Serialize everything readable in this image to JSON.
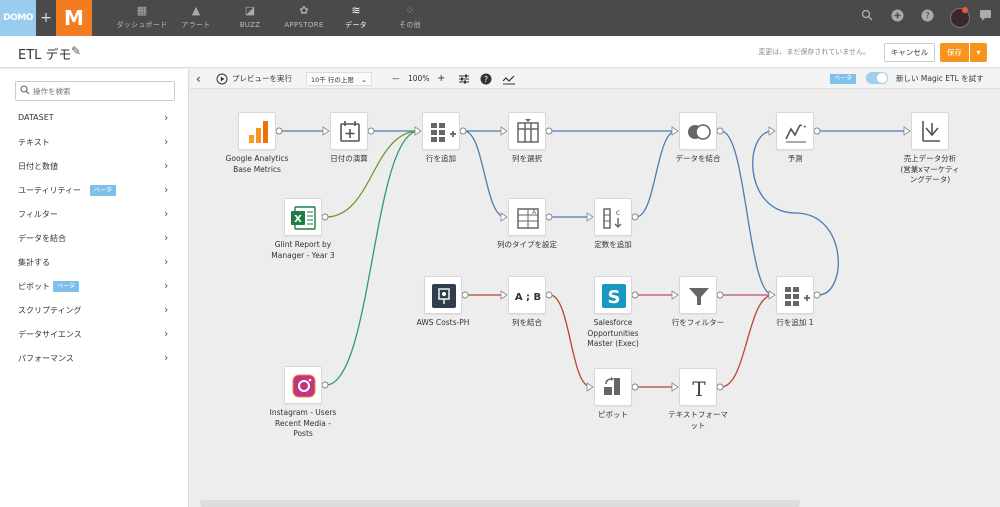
{
  "brand": {
    "domo": "DOMO",
    "plus": "+",
    "m": "M",
    "domo_color": "#99ccee",
    "m_color": "#f47b20"
  },
  "nav": [
    {
      "id": "dashboard",
      "label": "ダッシュボード",
      "icon": "dashboard-icon"
    },
    {
      "id": "alerts",
      "label": "アラート",
      "icon": "bell-icon"
    },
    {
      "id": "buzz",
      "label": "BUZZ",
      "icon": "chat-icon"
    },
    {
      "id": "appstore",
      "label": "APPSTORE",
      "icon": "appstore-icon"
    },
    {
      "id": "data",
      "label": "データ",
      "icon": "database-icon",
      "active": true
    },
    {
      "id": "more",
      "label": "その他",
      "icon": "grid-icon"
    }
  ],
  "title": {
    "text": "ETL デモ",
    "status": "変更は、まだ保存されていません。",
    "cancel": "キャンセル",
    "save": "保存",
    "save_menu": "▾",
    "edit_icon": "✎"
  },
  "sidebar": {
    "search_placeholder": "操作を検索",
    "items": [
      {
        "label": "DATASET",
        "beta": ""
      },
      {
        "label": "テキスト",
        "beta": ""
      },
      {
        "label": "日付と数値",
        "beta": ""
      },
      {
        "label": "ユーティリティー",
        "beta": "ベータ"
      },
      {
        "label": "フィルター",
        "beta": ""
      },
      {
        "label": "データを結合",
        "beta": ""
      },
      {
        "label": "集計する",
        "beta": ""
      },
      {
        "label": "ピボット",
        "beta": "ベータ"
      },
      {
        "label": "スクリプティング",
        "beta": ""
      },
      {
        "label": "データサイエンス",
        "beta": ""
      },
      {
        "label": "パフォーマンス",
        "beta": ""
      }
    ]
  },
  "toolbar": {
    "back": "‹",
    "preview": "プレビューを実行",
    "limit": "10千 行の上限",
    "zoom_out": "—",
    "zoom": "100%",
    "zoom_in": "+",
    "beta": "ベータ",
    "toggle_label": "新しい Magic ETL を試す",
    "toggle_on": true
  },
  "nodes": [
    {
      "id": "ga",
      "label": "Google Analytics\nBase Metrics",
      "icon": "google-analytics-icon"
    },
    {
      "id": "date",
      "label": "日付の演算",
      "icon": "calendar-plus-icon"
    },
    {
      "id": "addrow1",
      "label": "行を追加",
      "icon": "add-rows-icon"
    },
    {
      "id": "selcol",
      "label": "列を選択",
      "icon": "select-columns-icon"
    },
    {
      "id": "join1",
      "label": "データを結合",
      "icon": "join-icon"
    },
    {
      "id": "predict",
      "label": "予測",
      "icon": "forecast-icon"
    },
    {
      "id": "output",
      "label": "売上データ分析\n(営業xマーケティ\nングデータ)",
      "icon": "output-dataset-icon"
    },
    {
      "id": "glint",
      "label": "Glint Report by\nManager - Year 3",
      "icon": "excel-icon"
    },
    {
      "id": "settype",
      "label": "列のタイプを設定",
      "icon": "set-column-type-icon"
    },
    {
      "id": "const",
      "label": "定数を追加",
      "icon": "add-constant-icon"
    },
    {
      "id": "aws",
      "label": "AWS Costs-PH",
      "icon": "aws-icon"
    },
    {
      "id": "combine",
      "label": "列を結合",
      "icon": "combine-columns-icon"
    },
    {
      "id": "sf",
      "label": "Salesforce\nOpportunities\nMaster (Exec)",
      "icon": "salesforce-icon"
    },
    {
      "id": "filter",
      "label": "行をフィルター",
      "icon": "filter-icon"
    },
    {
      "id": "addrow2",
      "label": "行を追加 1",
      "icon": "add-rows-icon"
    },
    {
      "id": "insta",
      "label": "Instagram - Users\nRecent Media -\nPosts",
      "icon": "instagram-icon"
    },
    {
      "id": "pivot",
      "label": "ピボット",
      "icon": "pivot-icon"
    },
    {
      "id": "textfmt",
      "label": "テキストフォーマ\nット",
      "icon": "text-format-icon"
    }
  ],
  "edges": [
    {
      "from": "ga",
      "to": "date",
      "color": "#4a7bb5"
    },
    {
      "from": "date",
      "to": "addrow1",
      "color": "#4a7bb5"
    },
    {
      "from": "glint",
      "to": "addrow1",
      "color": "#6b9b2e"
    },
    {
      "from": "insta",
      "to": "addrow1",
      "color": "#2e9b6b"
    },
    {
      "from": "addrow1",
      "to": "selcol",
      "color": "#4a7bb5"
    },
    {
      "from": "addrow1",
      "to": "settype",
      "color": "#4a7bb5"
    },
    {
      "from": "selcol",
      "to": "join1",
      "color": "#4a7bb5"
    },
    {
      "from": "settype",
      "to": "const",
      "color": "#4a7bb5"
    },
    {
      "from": "const",
      "to": "join1",
      "color": "#4a7bb5"
    },
    {
      "from": "join1",
      "to": "addrow2",
      "color": "#4a7bb5"
    },
    {
      "from": "addrow2",
      "to": "predict",
      "color": "#4a7bb5"
    },
    {
      "from": "predict",
      "to": "output",
      "color": "#4a7bb5"
    },
    {
      "from": "aws",
      "to": "combine",
      "color": "#b5472e"
    },
    {
      "from": "combine",
      "to": "pivot",
      "color": "#b5472e"
    },
    {
      "from": "pivot",
      "to": "textfmt",
      "color": "#b5472e"
    },
    {
      "from": "textfmt",
      "to": "addrow2",
      "color": "#b5472e"
    },
    {
      "from": "sf",
      "to": "filter",
      "color": "#c0448a"
    },
    {
      "from": "filter",
      "to": "addrow2",
      "color": "#c0448a"
    }
  ]
}
